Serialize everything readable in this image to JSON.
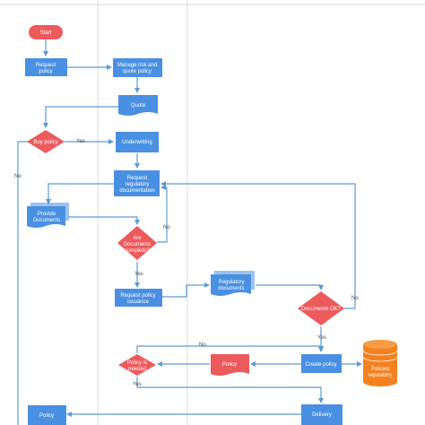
{
  "diagram": {
    "colors": {
      "process": "#4a90e2",
      "decision": "#ec5a5c",
      "terminal": "#ec5a5c",
      "document_red": "#ec5a5c",
      "database": "#f4811f",
      "connector": "#5b9bd5",
      "lane_line": "#d8dde3"
    },
    "nodes": {
      "start": "Start",
      "request_policy": [
        "Request",
        "policy"
      ],
      "manage_risk": [
        "Manage risk and",
        "quote policy"
      ],
      "quote": "Quote",
      "buy_policy": "Buy policy",
      "underwriting": "Underwriting",
      "request_reg_docs": [
        "Request",
        "regulatory",
        "documentation"
      ],
      "provide_documents": [
        "Provide",
        "Documents"
      ],
      "are_docs_complete": [
        "Are",
        "Documents",
        "complete?"
      ],
      "request_policy_issuance": [
        "Request policy",
        "issuance"
      ],
      "regulatory_documents": [
        "Regulatory",
        "documents"
      ],
      "documents_ok": "Documents OK?",
      "create_policy": "Create policy",
      "policies_repository": [
        "Policies",
        "repository"
      ],
      "policy_red": "Policy",
      "policy_is_needed": [
        "Policy is",
        "needed"
      ],
      "policy_bottom": "Policy",
      "delivery": "Delivery"
    },
    "edge_labels": {
      "buy_yes": "Yes",
      "buy_no": "No",
      "complete_no": "No",
      "complete_yes": "Yes",
      "docs_ok_no": "No",
      "docs_ok_yes": "Yes",
      "needed_no": "No",
      "needed_yes": "Yes"
    }
  }
}
